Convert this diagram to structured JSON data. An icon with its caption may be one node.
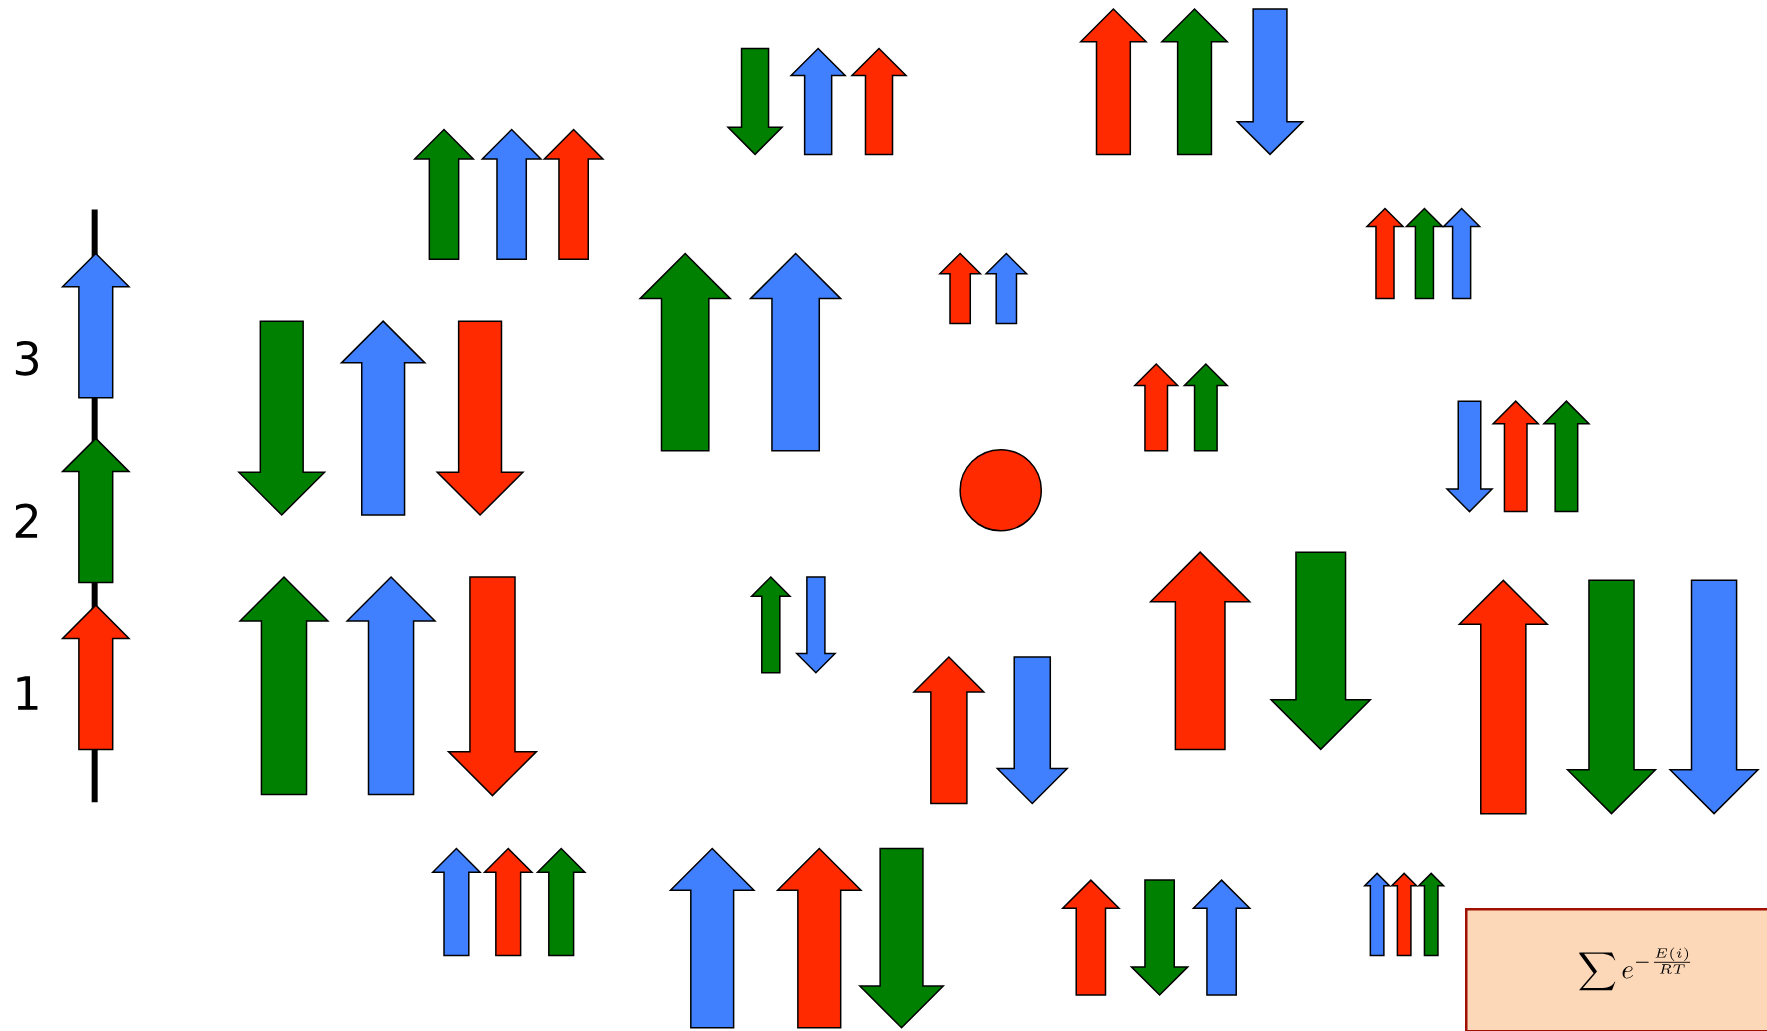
{
  "diagram": {
    "nodes": [
      {
        "text": [],
        "shape": "circle"
      },
      {
        "text": [
          "\\sum e^{-\\frac{E(i)}{RT}}"
        ]
      }
    ],
    "labels": [
      "3",
      "2",
      "1"
    ]
  }
}
